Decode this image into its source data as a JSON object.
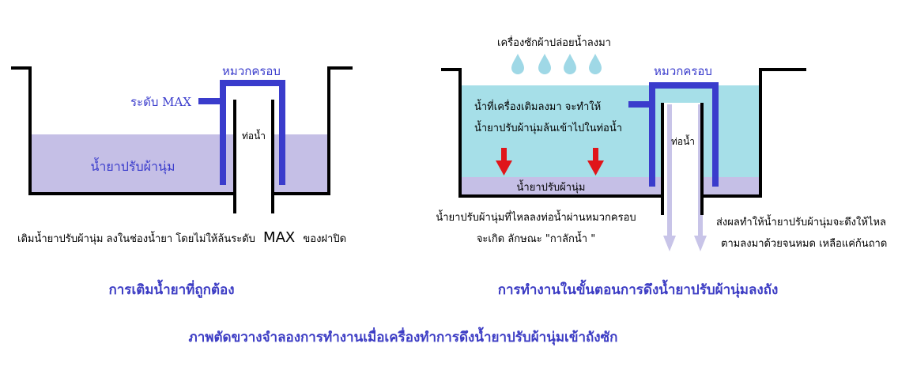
{
  "left_panel": {
    "cap_label": "หมวกครอบ",
    "max_label": "ระดับ MAX",
    "pipe_label": "ท่อน้ำ",
    "liquid_label": "น้ำยาปรับผ้านุ่ม",
    "instruction_prefix": "เติมน้ำยาปรับผ้านุ่ม ลงในช่องน้ำยา โดยไม่ให้ล้นระดับ",
    "instruction_max": "MAX",
    "instruction_suffix": "ของฝาปิด",
    "caption": "การเติมน้ำยาที่ถูกต้อง"
  },
  "right_panel": {
    "water_release_label": "เครื่องซักผ้าปล่อยน้ำลงมา",
    "cap_label": "หมวกครอบ",
    "water_note_line1": "น้ำที่เครื่องเติมลงมา จะทำให้",
    "water_note_line2": "น้ำยาปรับผ้านุ่มล้นเข้าไปในท่อน้ำ",
    "pipe_label": "ท่อน้ำ",
    "liquid_label": "น้ำยาปรับผ้านุ่ม",
    "siphon_line1": "น้ำยาปรับผ้านุ่มที่ไหลลงท่อน้ำผ่านหมวกครอบ",
    "siphon_line2": "จะเกิด ลักษณะ \"กาลักน้ำ \"",
    "result_line1": "ส่งผลทำให้น้ำยาปรับผ้านุ่มจะดึงให้ไหล",
    "result_line2": "ตามลงมาด้วยจนหมด เหลือแค่ก้นถาด",
    "caption": "การทำงานในขั้นตอนการดึงน้ำยาปรับผ้านุ่มลงถัง"
  },
  "main_caption": "ภาพตัดขวางจำลองการทำงานเมื่อเครื่องทำการดึงน้ำยาปรับผ้านุ่มเข้าถังซัก",
  "colors": {
    "outline": "#000000",
    "cap_blue": "#3a3ccc",
    "liquid_lavender": "#c5bfe6",
    "water_cyan": "#a6dfe8",
    "drop_cyan": "#9fd8e6",
    "arrow_red": "#e0151a",
    "label_blue": "#3a3ccc",
    "caption_blue": "#3c3cc4",
    "flow_lavender": "#c8c4e8"
  }
}
